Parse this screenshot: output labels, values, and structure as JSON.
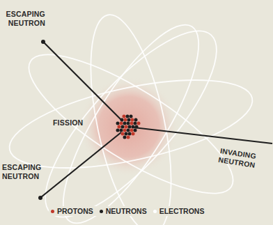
{
  "diagram": {
    "labels": [
      "ESCAPING NEUTRON",
      "FISSION",
      "INVADING NEUTRON",
      "ESCAPING NEUTRON"
    ],
    "legend": [
      {
        "text": "PROTONS",
        "color": "#c0392b"
      },
      {
        "text": "NEUTRONS",
        "color": "#1e1e1e"
      },
      {
        "text": "ELECTRONS",
        "color": "#ffffff"
      }
    ]
  }
}
